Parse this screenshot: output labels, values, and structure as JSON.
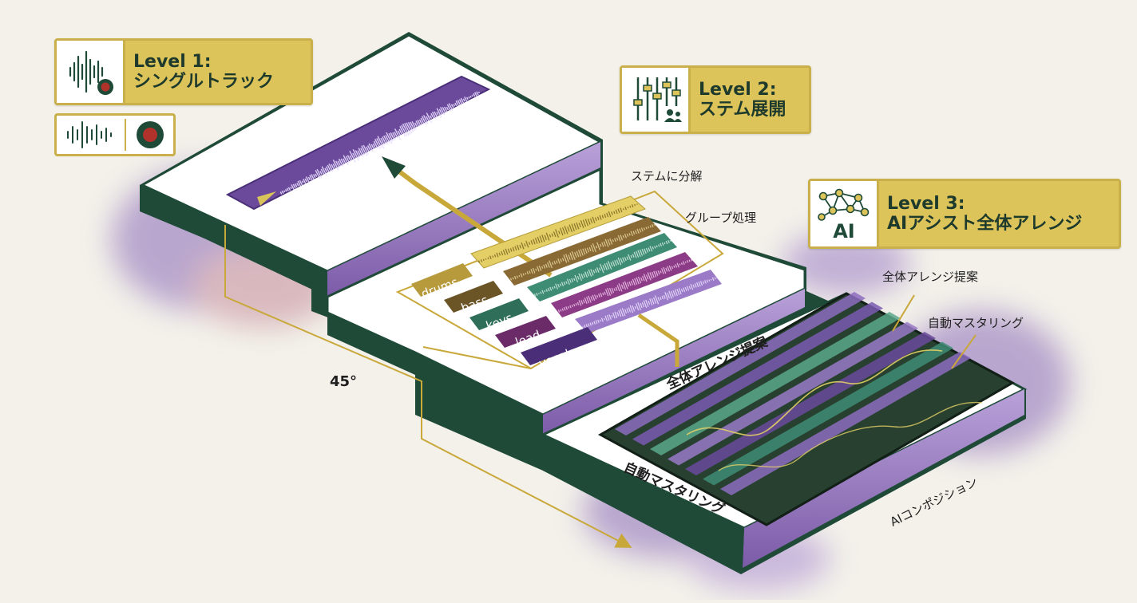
{
  "levels": [
    {
      "line1": "Level 1:",
      "line2": "シングルトラック",
      "icon": "waveform-record-icon"
    },
    {
      "line1": "Level 2:",
      "line2": "ステム展開",
      "icon": "mixer-faders-icon"
    },
    {
      "line1": "Level 3:",
      "line2": "AIアシスト全体アレンジ",
      "icon": "ai-network-icon",
      "icon_text": "AI"
    }
  ],
  "stems": [
    "drums",
    "bass",
    "keys",
    "lead",
    "vocals"
  ],
  "annotations": {
    "stem_split": "ステムに分解",
    "group_process": "グループ処理",
    "arrange_suggest": "全体アレンジ提案",
    "arrange_suggest_platform": "全体アレンジ提案",
    "auto_mastering": "自動マスタリング",
    "auto_mastering_edge": "自動マスタリング",
    "ai_composition": "AIコンポジション",
    "angle": "45°"
  },
  "colors": {
    "gold": "#d9c45a",
    "dark_green": "#1f4a38",
    "purple": "#6b4a9c",
    "teal": "#3f8c74",
    "magenta": "#8c3c86"
  }
}
